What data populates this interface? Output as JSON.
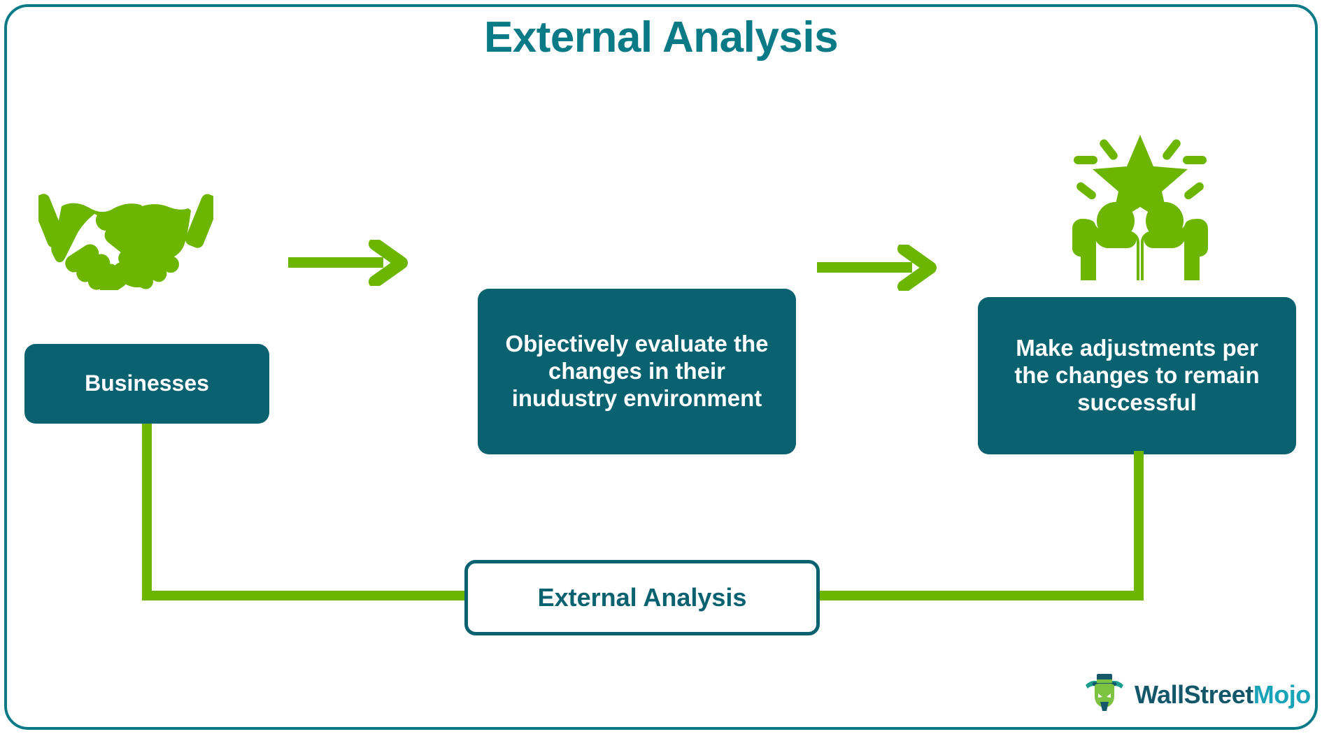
{
  "page": {
    "title": "External Analysis"
  },
  "colors": {
    "teal_dark": "#0a6270",
    "teal_title": "#0a7b86",
    "green": "#6cb500",
    "white": "#ffffff",
    "logo_dark": "#14576b",
    "logo_accent": "#19a3b8"
  },
  "flow": {
    "icons": [
      {
        "name": "handshake-icon",
        "label": "handshake"
      },
      {
        "name": "celebration-people-star-icon",
        "label": "two people celebrating under a star"
      }
    ],
    "arrows": [
      {
        "name": "arrow-right-1",
        "label": "arrow right"
      },
      {
        "name": "arrow-right-2",
        "label": "arrow right"
      }
    ],
    "boxes": [
      {
        "id": "businesses",
        "text": "Businesses",
        "style": "filled"
      },
      {
        "id": "evaluate",
        "text": "Objectively evaluate the changes in their inudustry environment",
        "style": "filled"
      },
      {
        "id": "adjust",
        "text": "Make adjustments per the changes to remain successful",
        "style": "filled"
      },
      {
        "id": "external_analysis",
        "text": "External Analysis",
        "style": "outlined"
      }
    ]
  },
  "logo": {
    "primary": "WallStreet",
    "accent": "Mojo",
    "mark": "bull-with-top-hat-icon"
  }
}
